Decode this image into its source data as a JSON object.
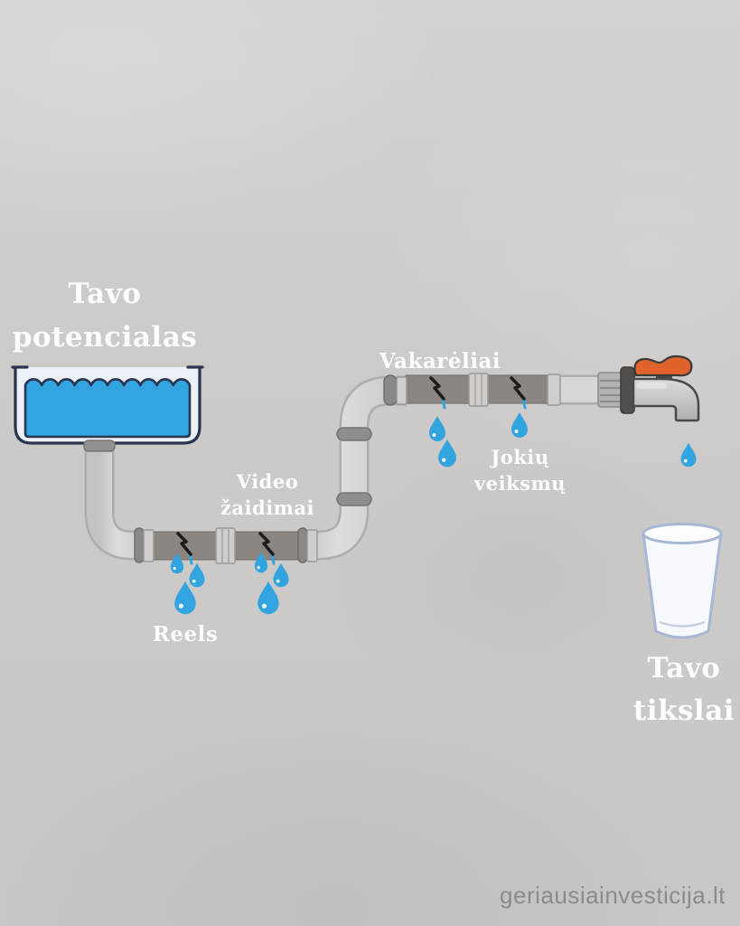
{
  "labels": {
    "potential": "Tavo\npotencialas",
    "video_games": "Video\nžaidimai",
    "reels": "Reels",
    "parties": "Vakarėliai",
    "no_action": "Jokių\nveiksmų",
    "goals": "Tavo\ntikslai"
  },
  "footer": {
    "text": "geriausiainvesticija.lt"
  },
  "colors": {
    "background": "#cccbc9",
    "water_blue": "#32a4df",
    "outline_navy": "#2a3550",
    "tank_body": "#edf1f8",
    "pipe_light": "#d8d7d5",
    "pipe_edge": "#aeadab",
    "pipe_dark": "#8b8682",
    "collar_gray": "#8f8e8c",
    "valve_orange": "#e2622b",
    "glass_outline": "#a8b7d5",
    "glass_fill": "#f6f9fd",
    "label_text": "#fdfdfd",
    "footer_text": "#8b8b8b"
  },
  "icons": {
    "tank": "water-tank-icon",
    "pipe": "pipe-icon",
    "crack": "crack-icon",
    "drop": "water-drop-icon",
    "faucet": "faucet-icon",
    "glass": "empty-glass-icon"
  }
}
